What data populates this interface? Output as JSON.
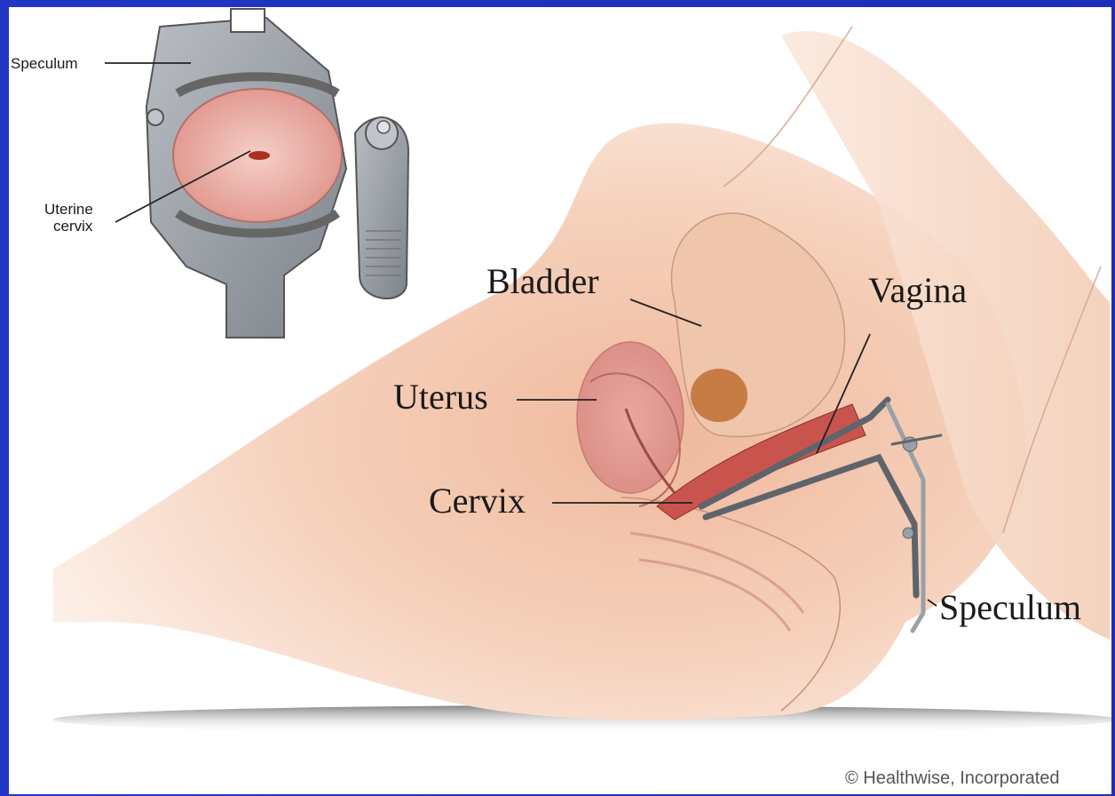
{
  "labels": {
    "inset_speculum": "Speculum",
    "inset_cervix_line1": "Uterine",
    "inset_cervix_line2": "cervix",
    "bladder": "Bladder",
    "vagina": "Vagina",
    "uterus": "Uterus",
    "cervix": "Cervix",
    "speculum": "Speculum"
  },
  "copyright": "© Healthwise, Incorporated",
  "colors": {
    "frame": "#1c2fb6",
    "skin": "#f2c4a8",
    "tissue": "#d9827a",
    "metal": "#9a9fa6"
  },
  "icons": [
    "speculum-inset-illustration",
    "pelvic-cross-section-illustration"
  ]
}
